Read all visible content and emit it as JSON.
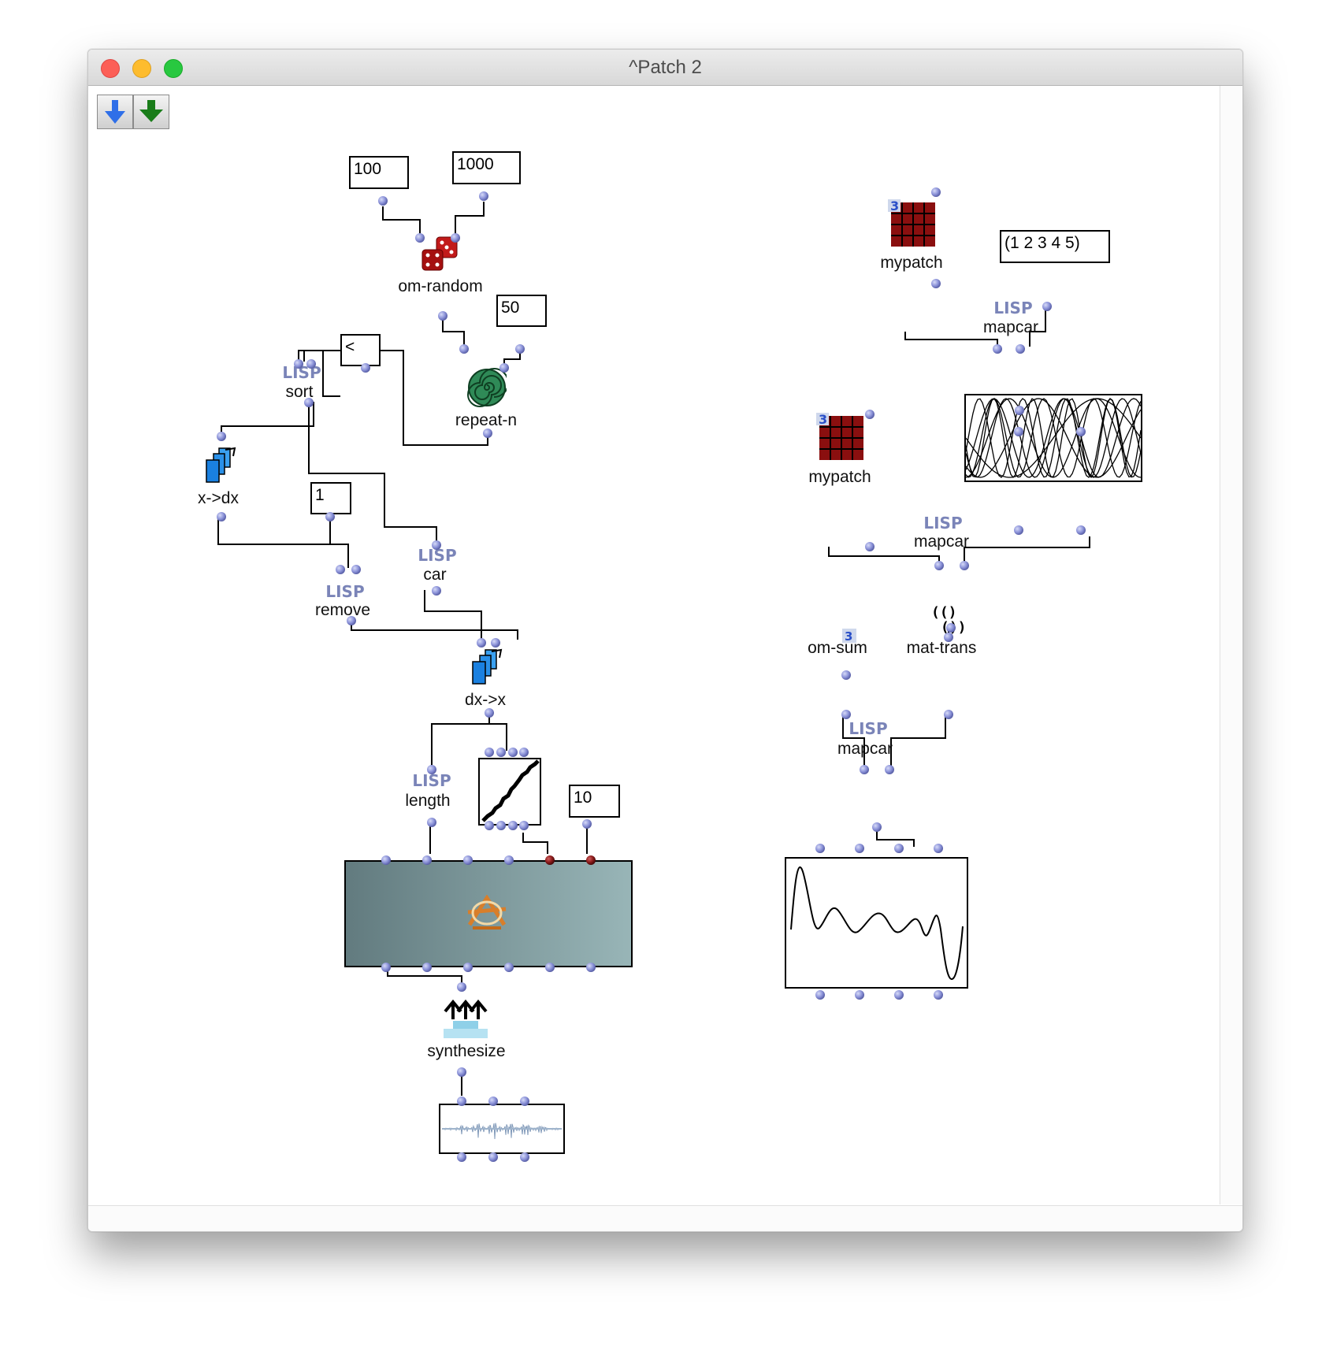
{
  "window": {
    "title": "^Patch 2",
    "controls": [
      "close",
      "minimize",
      "zoom"
    ]
  },
  "toolbar": [
    {
      "icon": "blue-down-arrow-icon"
    },
    {
      "icon": "green-down-arrow-icon"
    }
  ],
  "values": {
    "v100": "100",
    "v1000": "1000",
    "v50": "50",
    "vlt": "<",
    "v1": "1",
    "v10": "10",
    "vlist": "(1 2 3 4 5)"
  },
  "boxes": {
    "om_random": "om-random",
    "repeat_n": "repeat-n",
    "sort": "sort",
    "x_dx": "x->dx",
    "car": "car",
    "remove": "remove",
    "dx_x": "dx->x",
    "length": "length",
    "synthesize": "synthesize",
    "mypatch_top": "mypatch",
    "mapcar_top": "mapcar",
    "mypatch_mid": "mypatch",
    "mapcar_mid": "mapcar",
    "om_sum": "om-sum",
    "mat_trans": "mat-trans",
    "mapcar_bot": "mapcar"
  },
  "badges": {
    "lisp": "LISP",
    "abstraction_count": "3"
  },
  "colors": {
    "inlet": "#8c93d9",
    "inlet_red": "#8b1a1a",
    "connection": "#000000",
    "synth_gradient_start": "#627b7f",
    "synth_gradient_end": "#98b5b7"
  }
}
